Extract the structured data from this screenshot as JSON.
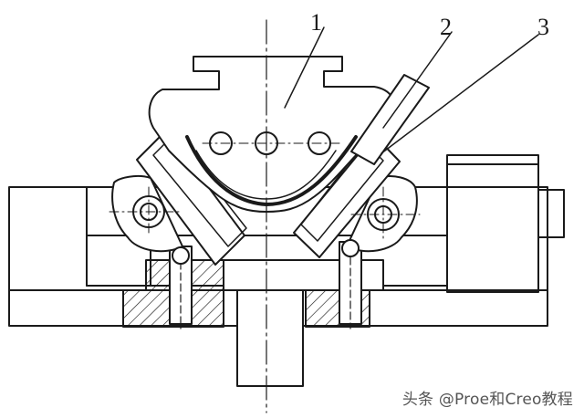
{
  "drawing": {
    "part_labels": [
      "1",
      "2",
      "3"
    ],
    "line_color": "#1a1a1a",
    "background": "#ffffff"
  },
  "watermark": {
    "text": "头条 @Proe和Creo教程",
    "color": "#555555"
  }
}
